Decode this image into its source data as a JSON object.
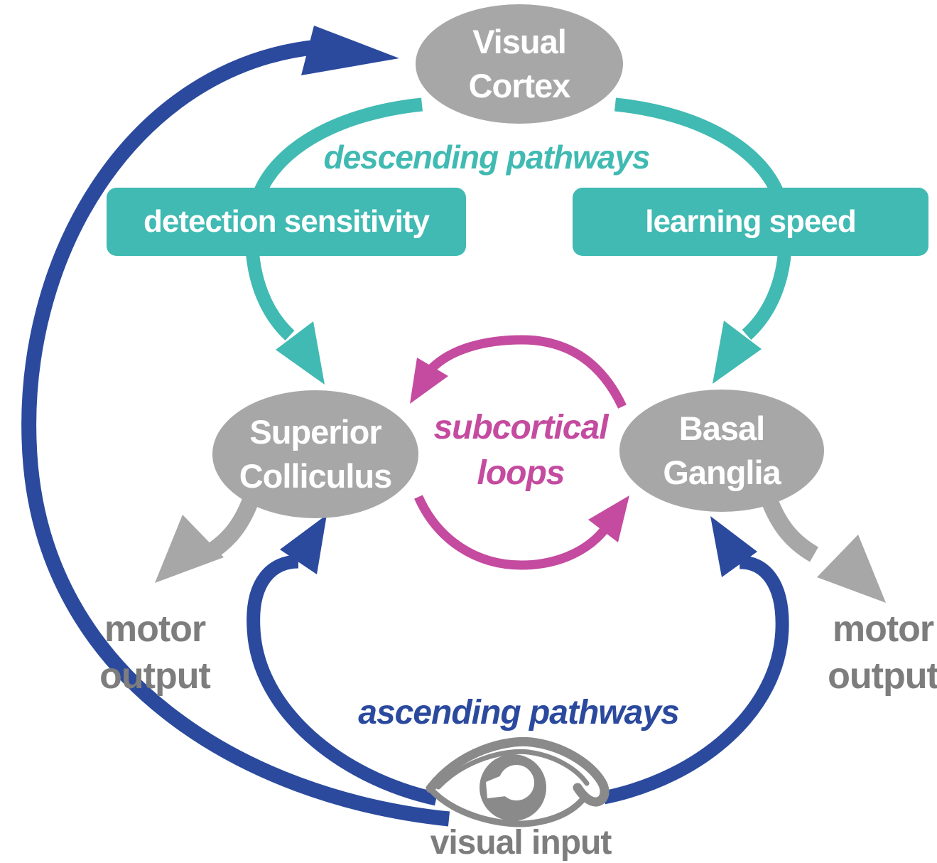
{
  "colors": {
    "teal": "#40bab2",
    "blue": "#2b4a9e",
    "pink": "#c44b9f",
    "node_gray": "#a7a7a7",
    "text_gray": "#7d7d7d",
    "eye_gray": "#8a8a8a",
    "white": "#ffffff"
  },
  "nodes": {
    "visual_cortex": {
      "line1": "Visual",
      "line2": "Cortex"
    },
    "superior_colliculus": {
      "line1": "Superior",
      "line2": "Colliculus"
    },
    "basal_ganglia": {
      "line1": "Basal",
      "line2": "Ganglia"
    }
  },
  "modulation_boxes": {
    "detection_sensitivity": "detection sensitivity",
    "learning_speed": "learning speed"
  },
  "pathway_labels": {
    "descending": "descending pathways",
    "ascending": "ascending pathways",
    "subcortical_line1": "subcortical",
    "subcortical_line2": "loops"
  },
  "io_labels": {
    "motor_output_left_line1": "motor",
    "motor_output_left_line2": "output",
    "motor_output_right_line1": "motor",
    "motor_output_right_line2": "output",
    "visual_input": "visual input"
  }
}
